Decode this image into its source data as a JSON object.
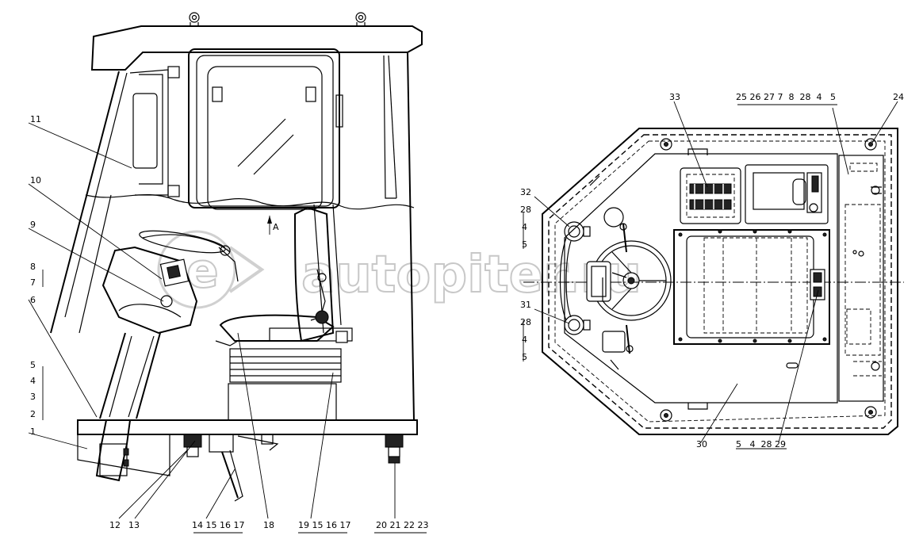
{
  "view_marker": "A",
  "watermark": "autopiter.ru",
  "left_view": {
    "callouts_left": [
      {
        "n": "11"
      },
      {
        "n": "10"
      },
      {
        "n": "9"
      },
      {
        "n": "8"
      },
      {
        "n": "7"
      },
      {
        "n": "6"
      },
      {
        "n": "5"
      },
      {
        "n": "4"
      },
      {
        "n": "3"
      },
      {
        "n": "2"
      },
      {
        "n": "1"
      }
    ],
    "callouts_bottom": [
      {
        "n": "12"
      },
      {
        "n": "13"
      },
      {
        "n": "14 15 16 17"
      },
      {
        "n": "18"
      },
      {
        "n": "19 15 16 17"
      },
      {
        "n": "20 21 22 23"
      }
    ]
  },
  "right_view": {
    "callouts_top": [
      {
        "n": "33"
      },
      {
        "n": "25 26 27 7  8  28  4   5"
      },
      {
        "n": "24"
      }
    ],
    "callouts_left": [
      {
        "n": "32"
      },
      {
        "n": "28"
      },
      {
        "n": "4"
      },
      {
        "n": "5"
      },
      {
        "n": "31"
      },
      {
        "n": "28"
      },
      {
        "n": "4"
      },
      {
        "n": "5"
      }
    ],
    "callouts_bottom": [
      {
        "n": "30"
      },
      {
        "n": "5   4  28 29"
      }
    ]
  }
}
